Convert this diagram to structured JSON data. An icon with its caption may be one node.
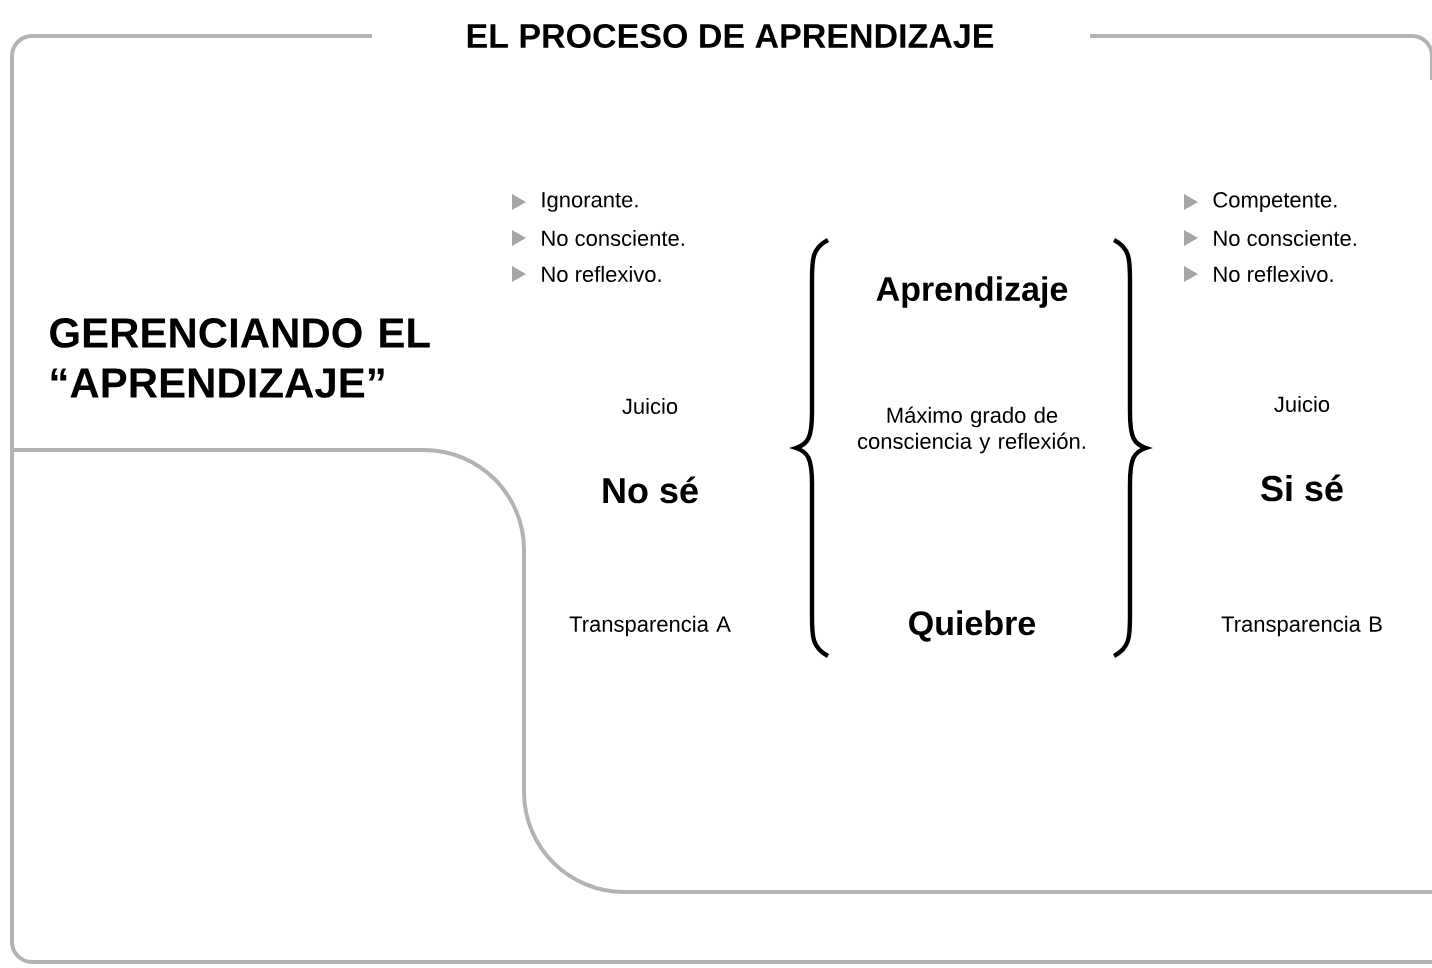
{
  "diagram": {
    "title": "EL PROCESO DE APRENDIZAJE",
    "labels": [
      "Ignorante.",
      "No consciente.",
      "No reflexivo.",
      "Competente.",
      "No consciente.",
      "No reflexivo.",
      "GERENCIANDO EL “APRENDIZAJE”",
      "Aprendizaje",
      "Juicio",
      "Máximo grado de consciencia y reflexión.",
      "Juicio",
      "No sé",
      "Si sé",
      "Transparencia A",
      "Quiebre",
      "Transparencia B"
    ]
  }
}
